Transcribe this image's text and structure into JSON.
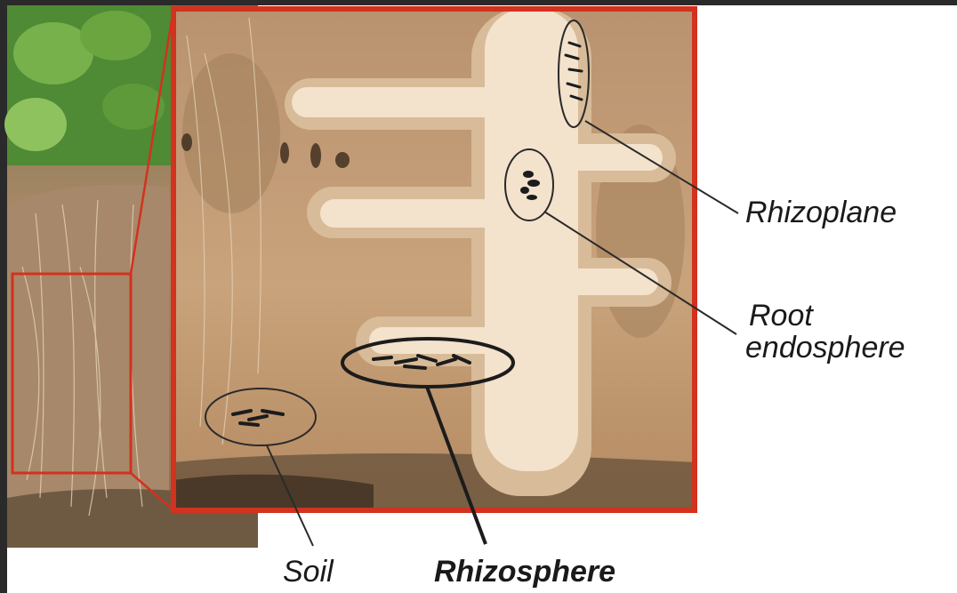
{
  "labels": {
    "rhizoplane": "Rhizoplane",
    "root_endosphere_line1": "Root",
    "root_endosphere_line2": "endosphere",
    "soil": "Soil",
    "rhizosphere": "Rhizosphere"
  },
  "colors": {
    "frame": "#d2321e",
    "soil": "#c9a37b",
    "root": "#f3e2cc",
    "microbe": "#1c1c1c",
    "dark_edge": "#2a2a2a",
    "plant": "#5f9a3b"
  }
}
